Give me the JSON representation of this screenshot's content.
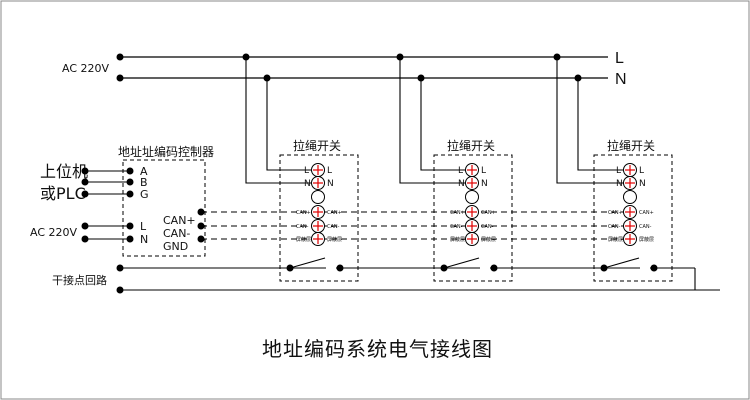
{
  "title": "地址编码系统电气接线图",
  "bus": {
    "supply_label": "AC 220V",
    "line_L": "L",
    "line_N": "N"
  },
  "controller": {
    "title": "地址址编码控制器",
    "host_label_1": "上位机",
    "host_label_2": "或PLC",
    "port_A": "A",
    "port_B": "B",
    "port_G": "G",
    "supply_label": "AC 220V",
    "port_L": "L",
    "port_N": "N",
    "can_plus": "CAN+",
    "can_minus": "CAN-",
    "gnd": "GND"
  },
  "dry_contact_label": "干接点回路",
  "switches": [
    {
      "title": "拉绳开关"
    },
    {
      "title": "拉绳开关"
    },
    {
      "title": "拉绳开关"
    }
  ],
  "switch_terminals": {
    "l_left": "L",
    "l_right": "L",
    "n_left": "N",
    "n_right": "N",
    "can_plus_left": "CAN+",
    "can_plus_right": "CAN+",
    "can_minus_left": "CAN-",
    "can_minus_right": "CAN-",
    "shield_left": "屏蔽层",
    "shield_right": "屏蔽层"
  }
}
